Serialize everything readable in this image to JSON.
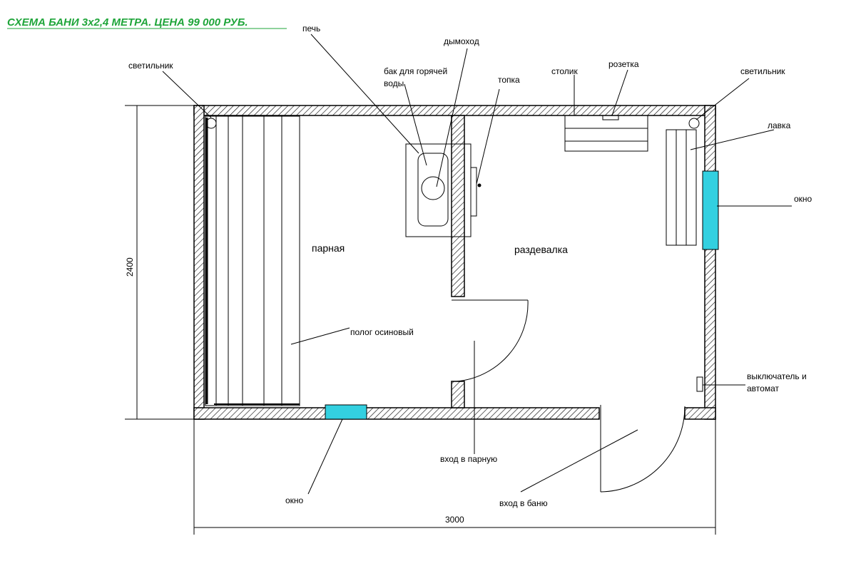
{
  "title": "СХЕМА БАНИ 3х2,4 МЕТРА. ЦЕНА 99 000 РУБ.",
  "colors": {
    "title": "#1fa53a",
    "window": "#33d0e0",
    "wall_hatch": "#000000"
  },
  "labels": {
    "light_left": "светильник",
    "stove": "печь",
    "chimney": "дымоход",
    "water_tank_line1": "бак для горячей",
    "water_tank_line2": "воды",
    "firebox": "топка",
    "table": "столик",
    "socket": "розетка",
    "light_right": "светильник",
    "bench": "лавка",
    "window_right": "окно",
    "steam_room": "парная",
    "changing_room": "раздевалка",
    "shelf": "полог осиновый",
    "switch_line1": "выключатель и",
    "switch_line2": "автомат",
    "steam_entry": "вход в парную",
    "window_bottom": "окно",
    "bath_entry": "вход в баню"
  },
  "dimensions": {
    "height": "2400",
    "width": "3000"
  }
}
